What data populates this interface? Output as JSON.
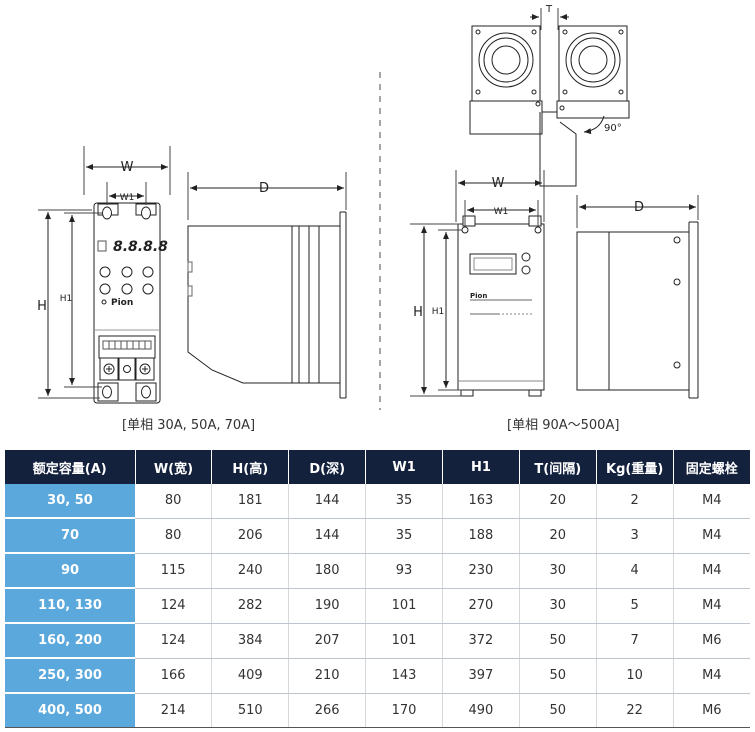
{
  "drawings": {
    "left": {
      "caption": "[单相 30A, 50A, 70A]",
      "dim_w": "W",
      "dim_w1": "W1",
      "dim_h": "H",
      "dim_h1": "H1",
      "dim_d": "D",
      "display": "8.8.8.8",
      "brand": "Pion"
    },
    "right": {
      "caption": "[单相 90A～500A]",
      "dim_t": "T",
      "dim_angle": "90°",
      "dim_w": "W",
      "dim_w1": "W1",
      "dim_h": "H",
      "dim_h1": "H1",
      "dim_d": "D",
      "brand": "Pion"
    }
  },
  "table": {
    "headers": [
      "额定容量(A)",
      "W(宽)",
      "H(高)",
      "D(深)",
      "W1",
      "H1",
      "T(间隔)",
      "Kg(重量)",
      "固定螺栓"
    ],
    "rows": [
      [
        "30, 50",
        "80",
        "181",
        "144",
        "35",
        "163",
        "20",
        "2",
        "M4"
      ],
      [
        "70",
        "80",
        "206",
        "144",
        "35",
        "188",
        "20",
        "3",
        "M4"
      ],
      [
        "90",
        "115",
        "240",
        "180",
        "93",
        "230",
        "30",
        "4",
        "M4"
      ],
      [
        "110, 130",
        "124",
        "282",
        "190",
        "101",
        "270",
        "30",
        "5",
        "M4"
      ],
      [
        "160, 200",
        "124",
        "384",
        "207",
        "101",
        "372",
        "50",
        "7",
        "M6"
      ],
      [
        "250, 300",
        "166",
        "409",
        "210",
        "143",
        "397",
        "50",
        "10",
        "M4"
      ],
      [
        "400, 500",
        "214",
        "510",
        "266",
        "170",
        "490",
        "50",
        "22",
        "M6"
      ]
    ]
  },
  "colors": {
    "header_bg": "#14213d",
    "first_col_bg": "#5ba8dc"
  }
}
